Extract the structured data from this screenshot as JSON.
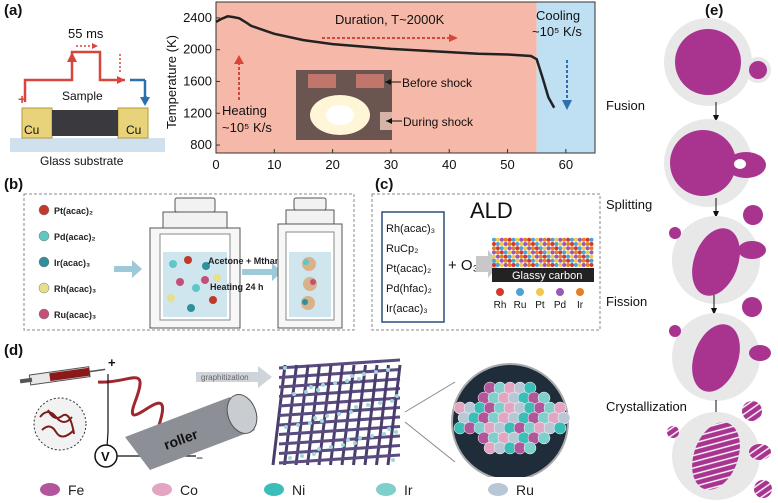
{
  "panels": {
    "a": "(a)",
    "b": "(b)",
    "c": "(c)",
    "d": "(d)",
    "e": "(e)"
  },
  "panel_a": {
    "pulse_duration": "55 ms",
    "plus": "+",
    "minus": "-",
    "sample": "Sample",
    "cu_left": "Cu",
    "cu_right": "Cu",
    "substrate": "Glass substrate",
    "heating_1": "Heating",
    "heating_2": "~10⁵ K/s",
    "duration": "Duration, T~2000K",
    "cooling_1": "Cooling",
    "cooling_2": "~10⁵ K/s",
    "before_shock": "Before shock",
    "during_shock": "During shock",
    "colors": {
      "heating_bg": "#f6b8a8",
      "cooling_bg": "#bfdff2",
      "curve": "#222222",
      "arrow_red": "#d9453a",
      "arrow_blue": "#2c6fb0"
    }
  },
  "chart_data": {
    "type": "line",
    "ylabel": "Temperature (K)",
    "xlabel": "",
    "xlim": [
      0,
      65
    ],
    "ylim": [
      700,
      2600
    ],
    "xticks": [
      0,
      10,
      20,
      30,
      40,
      50,
      60
    ],
    "yticks": [
      800,
      1200,
      1600,
      2000,
      2400
    ],
    "x": [
      0,
      1,
      2,
      3,
      4,
      5,
      6,
      8,
      10,
      15,
      20,
      25,
      30,
      35,
      40,
      45,
      50,
      54,
      55,
      56,
      57,
      58
    ],
    "y": [
      2350,
      2390,
      2420,
      2410,
      2395,
      2350,
      2300,
      2250,
      2200,
      2120,
      2070,
      2040,
      2010,
      1990,
      1970,
      1950,
      1940,
      1920,
      1880,
      1650,
      1400,
      1270
    ],
    "regions": [
      {
        "label": "heating/duration",
        "x": [
          0,
          55
        ]
      },
      {
        "label": "cooling",
        "x": [
          55,
          65
        ]
      }
    ]
  },
  "panel_b": {
    "precursors": [
      "Pt(acac)₂",
      "Pd(acac)₂",
      "Ir(acac)₃",
      "Rh(acac)₃",
      "Ru(acac)₃"
    ],
    "colors": [
      "#c0392b",
      "#5fc7c4",
      "#2f8f9a",
      "#e6e08a",
      "#c4507a"
    ],
    "step_1": "Acetone + Mthanol",
    "step_2": "Heating 24 h"
  },
  "panel_c": {
    "title": "ALD",
    "precursors": [
      "Rh(acac)₃",
      "RuCp₂",
      "Pt(acac)₂",
      "Pd(hfac)₂",
      "Ir(acac)₃"
    ],
    "plus_o3": "+ O₃",
    "substrate": "Glassy carbon",
    "elements": [
      "Rh",
      "Ru",
      "Pt",
      "Pd",
      "Ir"
    ],
    "element_colors": [
      "#d33a2f",
      "#4aa3d9",
      "#f2c94c",
      "#9b59b6",
      "#e67e22"
    ]
  },
  "panel_d": {
    "plus": "+",
    "minus": "−",
    "voltmeter": "V",
    "roller": "roller",
    "graphitization": "graphitization",
    "legend": [
      {
        "name": "Fe",
        "color": "#b3559a"
      },
      {
        "name": "Co",
        "color": "#e3a6c2"
      },
      {
        "name": "Ni",
        "color": "#3bbdb8"
      },
      {
        "name": "Ir",
        "color": "#7fd0cc"
      },
      {
        "name": "Ru",
        "color": "#b9c6d6"
      }
    ]
  },
  "panel_e": {
    "steps": [
      "Fusion",
      "Splitting",
      "Fission",
      "Crystallization"
    ],
    "colors": {
      "particle": "#a8348f",
      "shell": "#e6e6e6"
    }
  }
}
